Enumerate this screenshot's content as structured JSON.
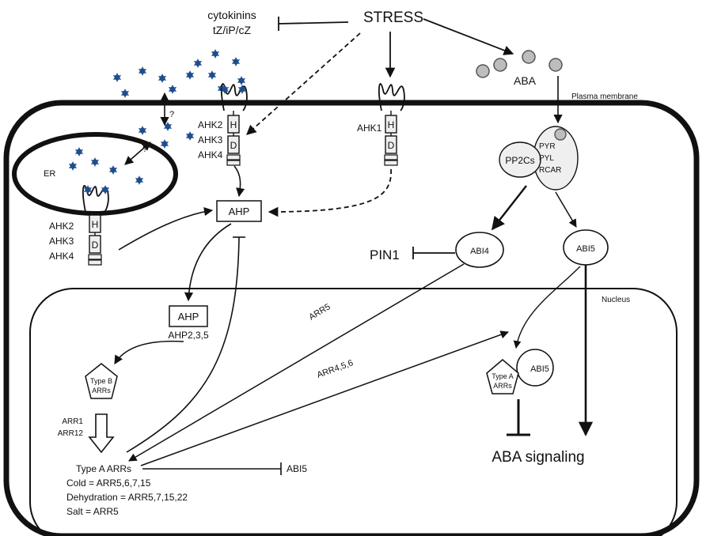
{
  "labels": {
    "stress": "STRESS",
    "cytokinins_line1": "cytokinins",
    "cytokinins_line2": "tZ/iP/cZ",
    "aba": "ABA",
    "plasma_membrane": "Plasma membrane",
    "er": "ER",
    "q1": "?",
    "q2": "?",
    "ahk1": "AHK1",
    "ahk2": "AHK2",
    "ahk3": "AHK3",
    "ahk4": "AHK4",
    "h": "H",
    "d": "D",
    "ahp": "AHP",
    "ahp_nuclear": "AHP",
    "ahp235": "AHP2,3,5",
    "pp2cs": "PP2Cs",
    "pyr": "PYR",
    "pyl": "PYL",
    "rcar": "RCAR",
    "abi4": "ABI4",
    "abi5": "ABI5",
    "abi5_nuclear": "ABI5",
    "abi5_inhibited": "ABI5",
    "pin1": "PIN1",
    "nucleus": "Nucleus",
    "arr5": "ARR5",
    "arr456": "ARR4,5,6",
    "type_b_1": "Type B",
    "type_b_2": "ARRs",
    "type_a_small_1": "Type A",
    "type_a_small_2": "ARRs",
    "arr1": "ARR1",
    "arr12": "ARR12",
    "type_a_arrs": "Type A ARRs",
    "cold": "Cold = ARR5,6,7,15",
    "dehydration": "Dehydration = ARR5,7,15,22",
    "salt": "Salt = ARR5",
    "aba_signaling": "ABA signaling"
  },
  "colors": {
    "line": "#111111",
    "cytokinin_dot": "#1f4e8c",
    "aba_dot_fill": "#bdbdbd",
    "aba_dot_stroke": "#555555",
    "receptor_fill": "#efefef"
  }
}
